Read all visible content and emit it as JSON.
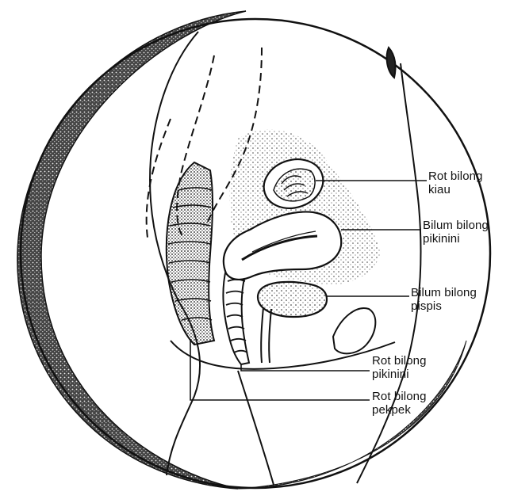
{
  "colors": {
    "ink": "#111111",
    "background": "#ffffff",
    "rim_shadow": "#3a3a3a"
  },
  "labels": [
    {
      "id": "kiau",
      "lines": [
        "Rot bilong",
        "kiau"
      ]
    },
    {
      "id": "bilum-pikinini",
      "lines": [
        "Bilum bilong",
        "pikinini"
      ]
    },
    {
      "id": "bilum-pispis",
      "lines": [
        "Bilum bilong",
        "pispis"
      ]
    },
    {
      "id": "rot-pikinini",
      "lines": [
        "Rot bilong",
        "pikinini"
      ]
    },
    {
      "id": "rot-pekpek",
      "lines": [
        "Rot bilong",
        "pekpek"
      ]
    }
  ]
}
